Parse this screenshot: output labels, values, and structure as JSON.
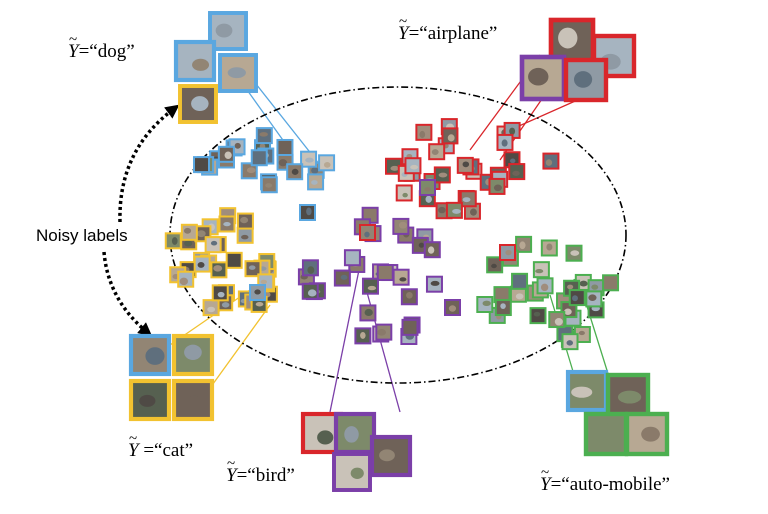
{
  "labels": {
    "dog": "=“dog”",
    "airplane": "=“airplane”",
    "cat": "=“cat”",
    "bird": "=“bird”",
    "automobile": "=“auto-mobile”",
    "symbol": "Y",
    "noisy": "Noisy labels"
  },
  "colors": {
    "dog": "#5aa7e0",
    "airplane": "#d9262b",
    "cat": "#f2c230",
    "bird": "#7b3fa8",
    "automobile": "#4caf50"
  }
}
